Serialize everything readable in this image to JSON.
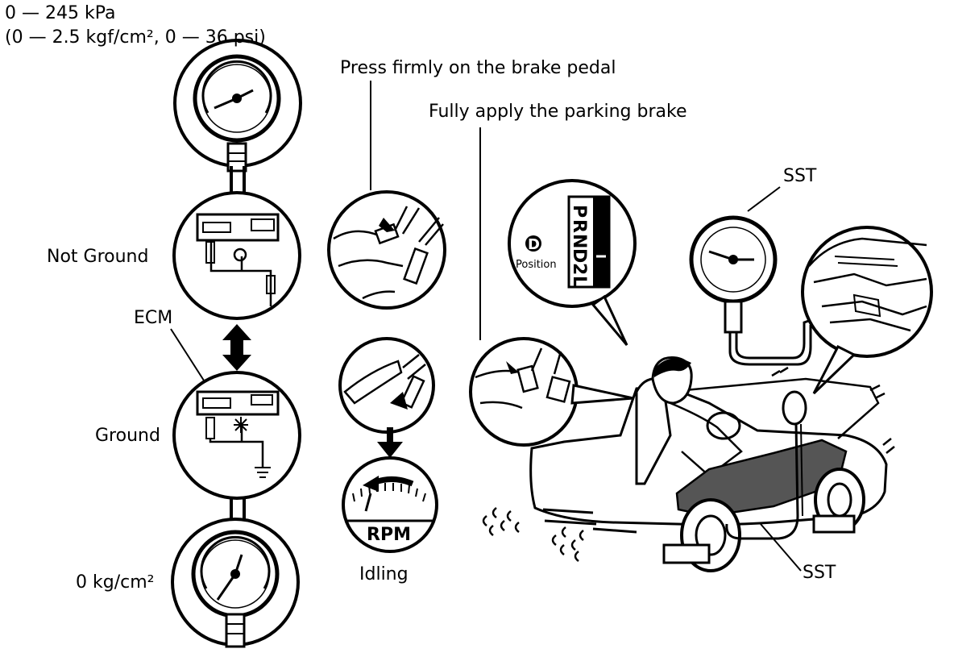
{
  "header": {
    "range_line1": "0 — 245 kPa",
    "range_line2": "(0 — 2.5 kgf/cm², 0 — 36 psi)"
  },
  "labels": {
    "not_ground": "Not Ground",
    "ecm": "ECM",
    "ground": "Ground",
    "zero_reading": "0 kg/cm²",
    "idling": "Idling",
    "rpm": "RPM",
    "brake_pedal": "Press firmly on the brake pedal",
    "parking_brake": "Fully apply the parking brake",
    "sst_top": "SST",
    "sst_bottom": "SST",
    "d_letter": "D",
    "position": "Position"
  },
  "shift_positions": [
    "P",
    "R",
    "N",
    "D",
    "2",
    "L"
  ]
}
